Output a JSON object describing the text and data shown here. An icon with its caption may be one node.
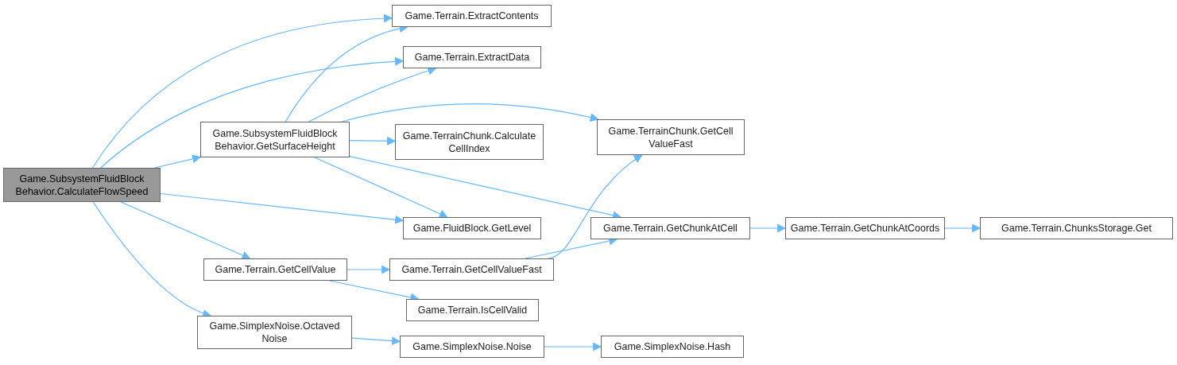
{
  "diagram": {
    "nodes": [
      {
        "text": [
          "Game.SubsystemFluidBlock Behavior.CalculateFlowSpeed"
        ]
      },
      {
        "text": [
          "Game.Terrain.ExtractContents"
        ]
      },
      {
        "text": [
          "Game.Terrain.ExtractData"
        ]
      },
      {
        "text": [
          "Game.SubsystemFluidBlock Behavior.GetSurfaceHeight"
        ]
      },
      {
        "text": [
          "Game.TerrainChunk.GetCell ValueFast"
        ]
      },
      {
        "text": [
          "Game.TerrainChunk.Calculate CellIndex"
        ]
      },
      {
        "text": [
          "Game.FluidBlock.GetLevel"
        ]
      },
      {
        "text": [
          "Game.Terrain.GetChunkAtCell"
        ]
      },
      {
        "text": [
          "Game.Terrain.GetChunkAtCoords"
        ]
      },
      {
        "text": [
          "Game.Terrain.ChunksStorage.Get"
        ]
      },
      {
        "text": [
          "Game.Terrain.GetCellValue"
        ]
      },
      {
        "text": [
          "Game.Terrain.GetCellValueFast"
        ]
      },
      {
        "text": [
          "Game.Terrain.IsCellValid"
        ]
      },
      {
        "text": [
          "Game.SimplexNoise.Octaved Noise"
        ]
      },
      {
        "text": [
          "Game.SimplexNoise.Noise"
        ]
      },
      {
        "text": [
          "Game.SimplexNoise.Hash"
        ]
      }
    ],
    "edges": [
      {
        "from": 0,
        "to": 1,
        "arrow": "to"
      },
      {
        "from": 0,
        "to": 2,
        "arrow": "to"
      },
      {
        "from": 0,
        "to": 3,
        "arrow": "to"
      },
      {
        "from": 0,
        "to": 6,
        "arrow": "to"
      },
      {
        "from": 0,
        "to": 10,
        "arrow": "to"
      },
      {
        "from": 0,
        "to": 13,
        "arrow": "to"
      },
      {
        "from": 3,
        "to": 1,
        "arrow": "to"
      },
      {
        "from": 3,
        "to": 2,
        "arrow": "to"
      },
      {
        "from": 3,
        "to": 4,
        "arrow": "to"
      },
      {
        "from": 3,
        "to": 5,
        "arrow": "to"
      },
      {
        "from": 3,
        "to": 6,
        "arrow": "to"
      },
      {
        "from": 3,
        "to": 7,
        "arrow": "to"
      },
      {
        "from": 10,
        "to": 11,
        "arrow": "to"
      },
      {
        "from": 10,
        "to": 12,
        "arrow": "to"
      },
      {
        "from": 11,
        "to": 4,
        "arrow": "to"
      },
      {
        "from": 11,
        "to": 7,
        "arrow": "to"
      },
      {
        "from": 7,
        "to": 8,
        "arrow": "to"
      },
      {
        "from": 8,
        "to": 9,
        "arrow": "to"
      },
      {
        "from": 13,
        "to": 14,
        "arrow": "to"
      },
      {
        "from": 14,
        "to": 15,
        "arrow": "to"
      }
    ]
  }
}
